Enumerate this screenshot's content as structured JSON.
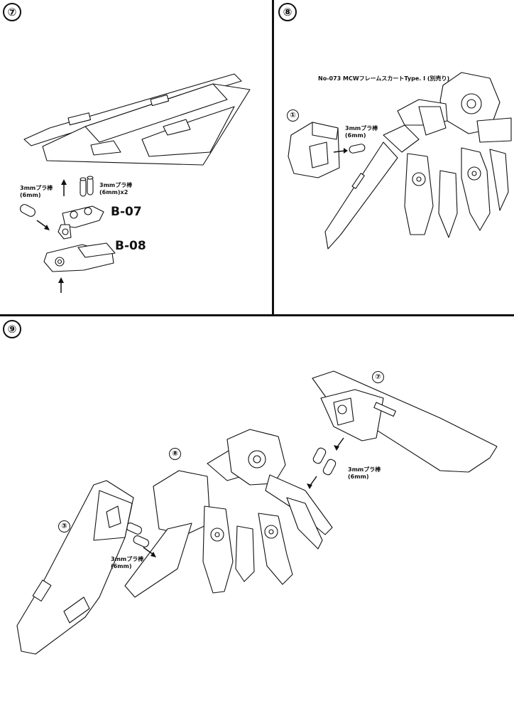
{
  "steps": [
    {
      "number": "⑦"
    },
    {
      "number": "⑧"
    },
    {
      "number": "⑨"
    }
  ],
  "step7": {
    "rod_label_left_1": "3mmプラ棒",
    "rod_label_left_2": "(6mm)",
    "rod_label_right_1": "3mmプラ棒",
    "rod_label_right_2": "(6mm)x2",
    "part_b07": "B-07",
    "part_b08": "B-08"
  },
  "step8": {
    "reference_title": "No-073 MCWフレームスカートType. I (別売り)",
    "sub_ref": "①",
    "rod_label_1": "3mmプラ棒",
    "rod_label_2": "(6mm)"
  },
  "step9": {
    "ref_7": "⑦",
    "ref_8": "⑧",
    "ref_3": "③",
    "rod_label_right_1": "3mmプラ棒",
    "rod_label_right_2": "(6mm)",
    "rod_label_left_1": "3mmプラ棒",
    "rod_label_left_2": "(6mm)"
  }
}
